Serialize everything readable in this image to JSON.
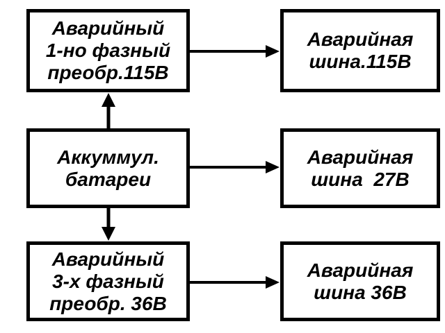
{
  "diagram": {
    "colors": {
      "line": "#000000",
      "box_fill": "#ffffff"
    },
    "nodes": [
      {
        "id": "inv115",
        "lines": [
          "Аварийный",
          "1-но фазный",
          "преобр.115В"
        ]
      },
      {
        "id": "battery",
        "lines": [
          "Аккуммул.",
          "батареи"
        ]
      },
      {
        "id": "inv36",
        "lines": [
          "Аварийный",
          "3-х фазный",
          "преобр. 36В"
        ]
      },
      {
        "id": "bus115",
        "lines": [
          "Аварийная",
          "шина.115В"
        ]
      },
      {
        "id": "bus27",
        "lines": [
          "Аварийная",
          "шина  27В"
        ]
      },
      {
        "id": "bus36",
        "lines": [
          "Аварийная",
          "шина 36В"
        ]
      }
    ],
    "edges": [
      {
        "from": "battery",
        "to": "inv115"
      },
      {
        "from": "battery",
        "to": "inv36"
      },
      {
        "from": "inv115",
        "to": "bus115"
      },
      {
        "from": "battery",
        "to": "bus27"
      },
      {
        "from": "inv36",
        "to": "bus36"
      }
    ]
  }
}
